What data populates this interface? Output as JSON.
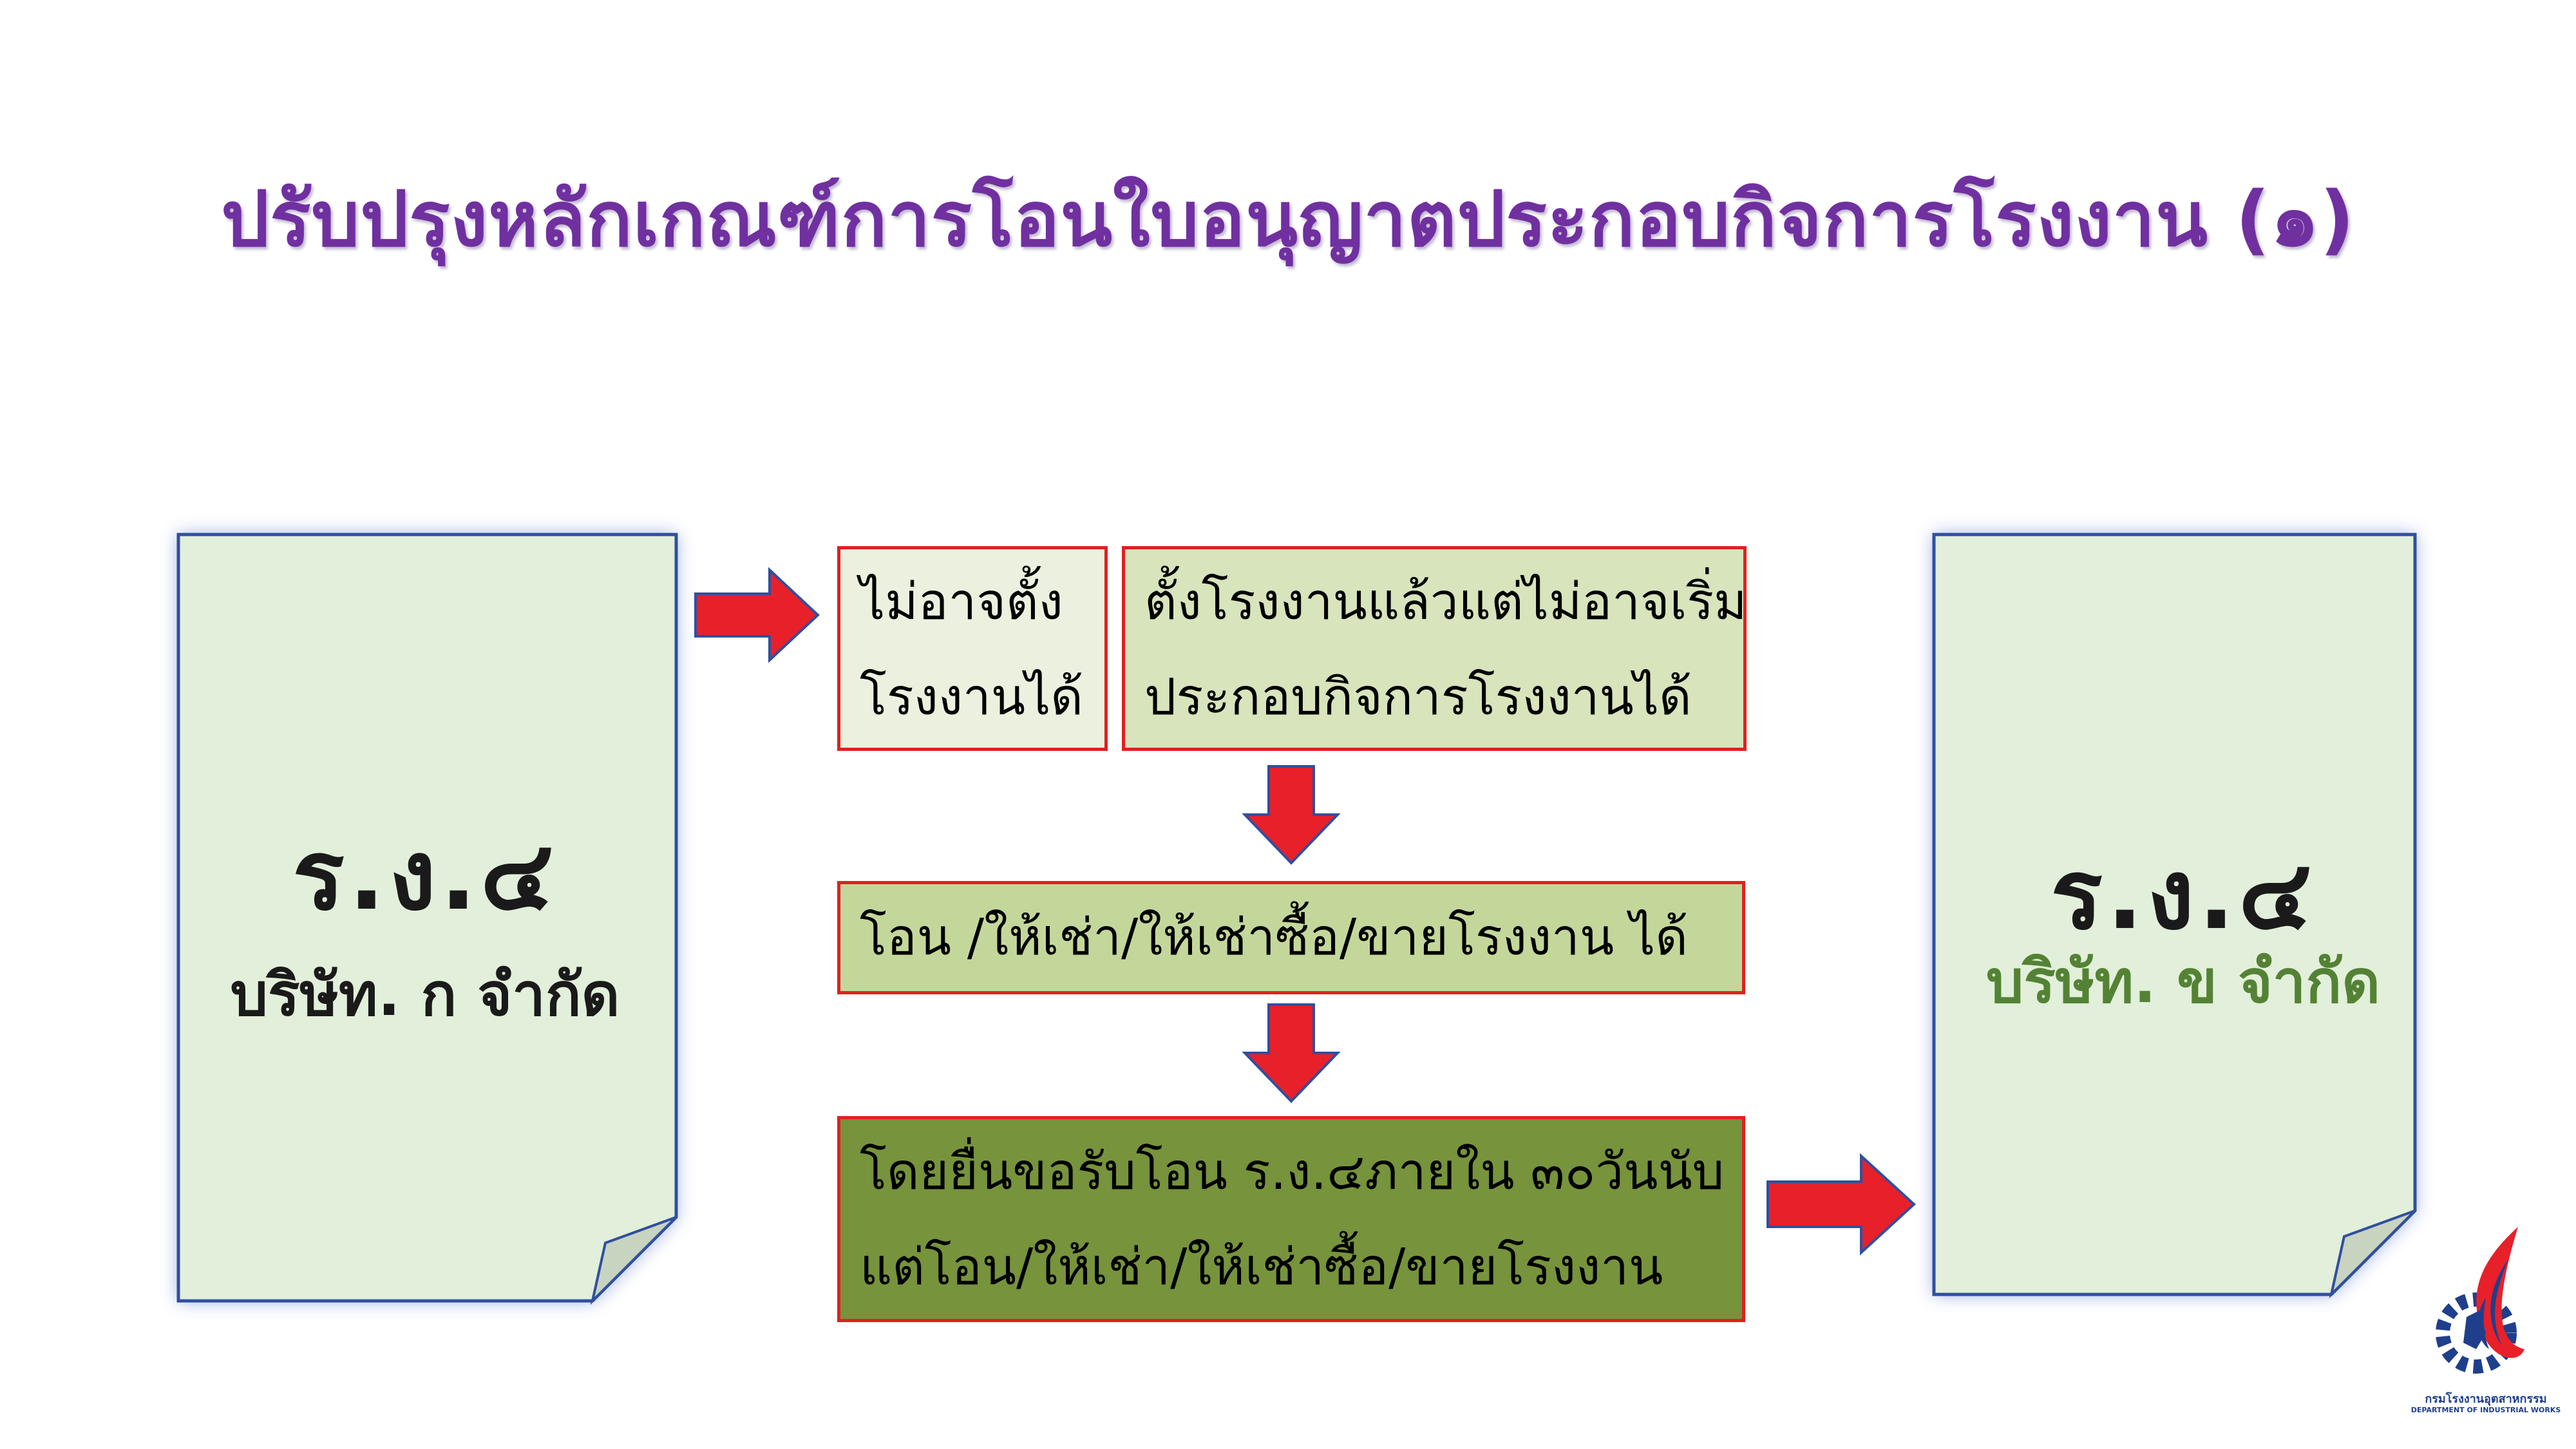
{
  "title": "ปรับปรุงหลักเกณฑ์การโอนใบอนุญาตประกอบกิจการโรงงาน (๑)",
  "left_doc": {
    "code": "ร.ง.๔",
    "company": "บริษัท. ก จำกัด"
  },
  "right_doc": {
    "code": "ร.ง.๔",
    "company": "บริษัท. ข จำกัด"
  },
  "box_cannot_build": {
    "line1": "ไม่อาจตั้ง",
    "line2": "โรงงานได้"
  },
  "box_cannot_operate": {
    "line1": "ตั้งโรงงานแล้วแต่ไม่อาจเริ่ม",
    "line2": "ประกอบกิจการโรงงานได้"
  },
  "box_transfer": {
    "text": "โอน /ให้เช่า/ให้เช่าซื้อ/ขายโรงงาน ได้"
  },
  "box_request": {
    "line1": "โดยยื่นขอรับโอน ร.ง.๔ภายใน ๓๐วันนับ",
    "line2": "แต่โอน/ให้เช่า/ให้เช่าซื้อ/ขายโรงงาน"
  },
  "logo": {
    "caption_th": "กรมโรงงานอุตสาหกรรม",
    "caption_en": "DEPARTMENT OF INDUSTRIAL WORKS"
  },
  "colors": {
    "title": "#7030a0",
    "doc_fill": "#e2efda",
    "doc_border": "#2f4f9f",
    "right_company": "#548235",
    "arrow_fill": "#e8202a",
    "arrow_border": "#2f4f9f",
    "box_light": "#ebf1de",
    "box_mid": "#d7e4bc",
    "box_green": "#c4d79b",
    "box_dark": "#77933c"
  }
}
